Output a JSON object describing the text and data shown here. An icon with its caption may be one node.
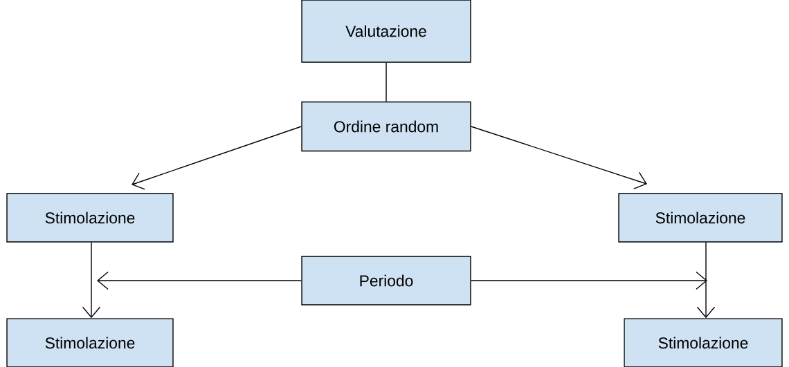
{
  "diagram": {
    "nodes": [
      {
        "text": [
          "Valutazione"
        ]
      },
      {
        "text": [
          "Ordine random"
        ]
      },
      {
        "text": [
          "Stimolazione"
        ]
      },
      {
        "text": [
          "Stimolazione"
        ]
      },
      {
        "text": [
          "Periodo"
        ]
      },
      {
        "text": [
          "Stimolazione"
        ]
      },
      {
        "text": [
          "Stimolazione"
        ]
      }
    ],
    "edges": [
      {
        "from": 0,
        "to": 1,
        "arrow": "none"
      },
      {
        "from": 1,
        "to": 2,
        "arrow": "to"
      },
      {
        "from": 1,
        "to": 3,
        "arrow": "to"
      },
      {
        "from": 2,
        "to": 5,
        "arrow": "to"
      },
      {
        "from": 3,
        "to": 6,
        "arrow": "to"
      },
      {
        "from": 4,
        "to": null,
        "arrow": "to"
      },
      {
        "from": 4,
        "to": null,
        "arrow": "to"
      }
    ]
  }
}
